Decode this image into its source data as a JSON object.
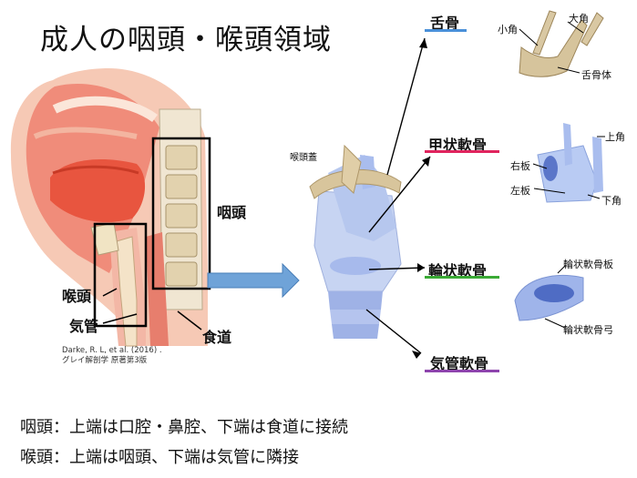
{
  "title": "成人の咽頭・喉頭領域",
  "labels": {
    "pharynx": "咽頭",
    "larynx": "喉頭",
    "trachea": "気管",
    "esophagus": "食道",
    "epiglottis": "喉頭蓋"
  },
  "credit": {
    "line1": "Darke, R. L, et al. (2016) .",
    "line2": "グレイ解剖学  原著第3版"
  },
  "cartilages": {
    "hyoid": {
      "name": "舌骨",
      "color": "#4a90d9",
      "parts": {
        "lesser_horn": "小角",
        "greater_horn": "大角",
        "body": "舌骨体"
      }
    },
    "thyroid": {
      "name": "甲状軟骨",
      "color": "#e0245e",
      "parts": {
        "superior_horn": "上角",
        "right_lamina": "右板",
        "left_lamina": "左板",
        "inferior_horn": "下角"
      }
    },
    "cricoid": {
      "name": "輪状軟骨",
      "color": "#3aaa35",
      "parts": {
        "lamina": "輪状軟骨板",
        "arch": "輪状軟骨弓"
      }
    },
    "tracheal": {
      "name": "気管軟骨",
      "color": "#8e44ad"
    }
  },
  "notes": [
    "咽頭：上端は口腔・鼻腔、下端は食道に接続",
    "喉頭：上端は咽頭、下端は気管に隣接"
  ]
}
